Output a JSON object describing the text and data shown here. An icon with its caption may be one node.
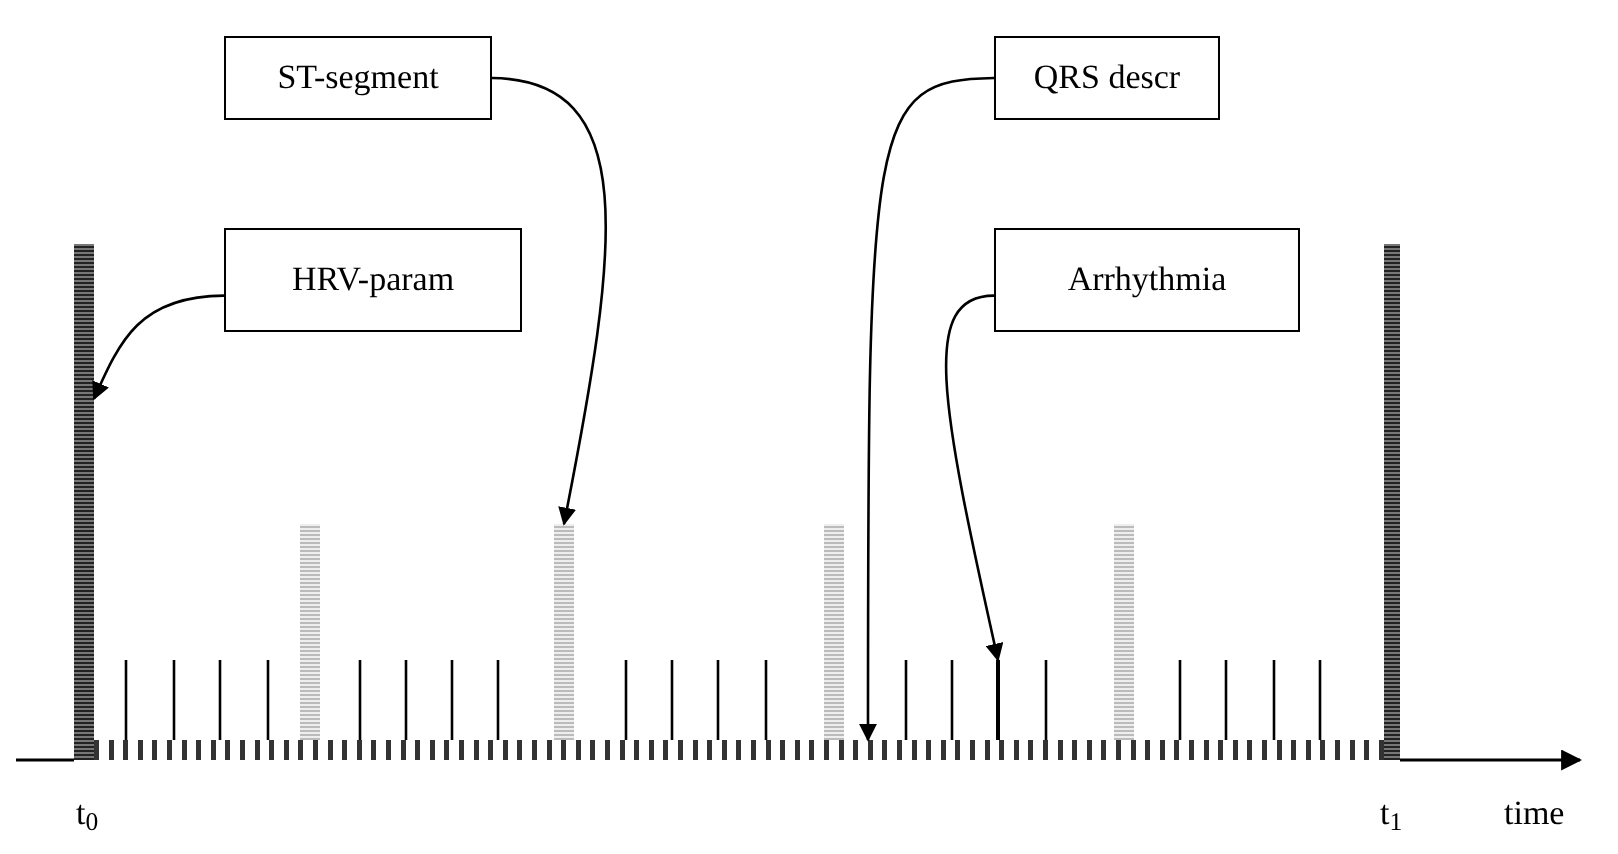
{
  "diagram": {
    "nodes": [
      {
        "text": [
          "HRV-param"
        ]
      },
      {
        "text": [
          "ST-segment"
        ]
      },
      {
        "text": [
          "QRS descr"
        ]
      },
      {
        "text": [
          "Arrhythmia"
        ]
      },
      {
        "text": [],
        "shape": "bar"
      },
      {
        "text": [],
        "shape": "bar"
      },
      {
        "text": [],
        "shape": "bar"
      },
      {
        "text": [],
        "shape": "bar"
      },
      {
        "text": [],
        "shape": "bar"
      },
      {
        "text": [],
        "shape": "bar"
      },
      {
        "text": [],
        "shape": "bar"
      },
      {
        "text": [],
        "shape": "bar"
      }
    ],
    "edges": [
      {
        "from": 0,
        "to": 4,
        "arrow": "to"
      },
      {
        "from": 1,
        "to": 6,
        "arrow": "to"
      },
      {
        "from": 2,
        "to": 10,
        "arrow": "to"
      },
      {
        "from": 3,
        "to": 11,
        "arrow": "to"
      }
    ],
    "labels": [
      "t$_{0}$",
      "t$_{1}$",
      "time"
    ]
  }
}
